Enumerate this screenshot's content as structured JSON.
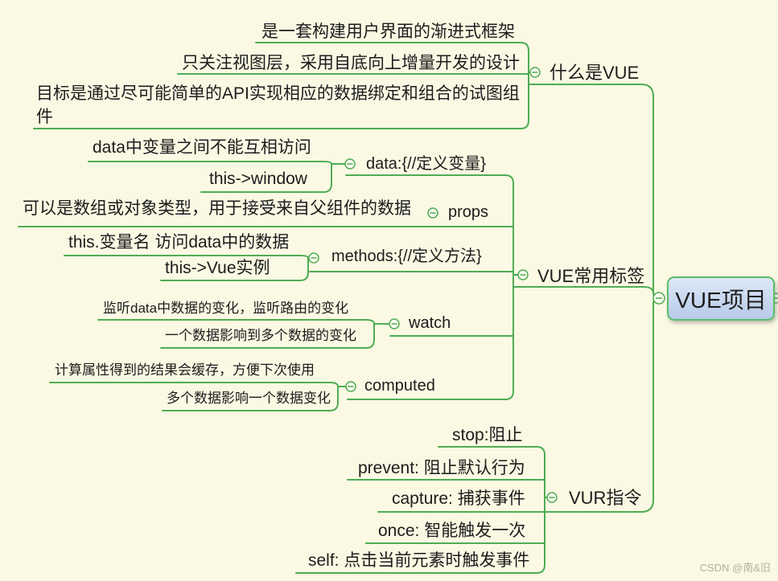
{
  "theme": {
    "background": "#FBF9E3",
    "line_color": "#4FAC55",
    "text_color": "#1c1c1c",
    "root_fill_top": "#dde9f8",
    "root_fill_bottom": "#b7cae8",
    "root_border": "#5abe68",
    "knob_fill": "#fdfcee",
    "watermark_color": "#b3b1a0"
  },
  "root": {
    "label": "VUE项目"
  },
  "branches": [
    {
      "label": "什么是VUE",
      "children": [
        {
          "label": "是一套构建用户界面的渐进式框架"
        },
        {
          "label": "只关注视图层，采用自底向上增量开发的设计"
        },
        {
          "label": "目标是通过尽可能简单的API实现相应的数据绑定和组合的试图组件"
        }
      ]
    },
    {
      "label": "VUE常用标签",
      "children": [
        {
          "label": "data:{//定义变量}",
          "children": [
            {
              "label": "data中变量之间不能互相访问"
            },
            {
              "label": "this->window"
            }
          ]
        },
        {
          "label": "props",
          "children": [
            {
              "label": "可以是数组或对象类型，用于接受来自父组件的数据"
            }
          ]
        },
        {
          "label": "methods:{//定义方法}",
          "children": [
            {
              "label": "this.变量名 访问data中的数据"
            },
            {
              "label": "this->Vue实例"
            }
          ]
        },
        {
          "label": "watch",
          "children": [
            {
              "label": "监听data中数据的变化，监听路由的变化"
            },
            {
              "label": "一个数据影响到多个数据的变化"
            }
          ]
        },
        {
          "label": "computed",
          "children": [
            {
              "label": "计算属性得到的结果会缓存，方便下次使用"
            },
            {
              "label": "多个数据影响一个数据变化"
            }
          ]
        }
      ]
    },
    {
      "label": "VUR指令",
      "children": [
        {
          "label": "stop:阻止"
        },
        {
          "label": "prevent: 阻止默认行为"
        },
        {
          "label": "capture: 捕获事件"
        },
        {
          "label": "once: 智能触发一次"
        },
        {
          "label": "self: 点击当前元素时触发事件"
        }
      ]
    }
  ],
  "watermark": "CSDN @南&旧"
}
